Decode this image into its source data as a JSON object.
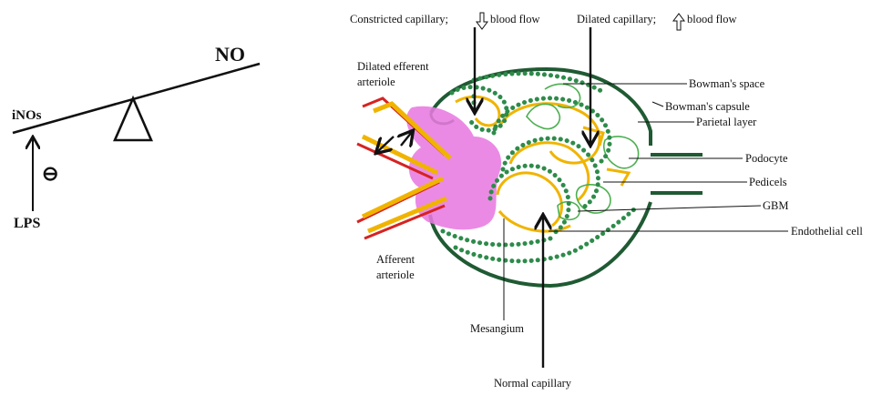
{
  "left_panel": {
    "no_label": "NO",
    "inos_label": "iNOs",
    "lps_label": "LPS",
    "inhibit_symbol": "⊖"
  },
  "labels": {
    "constricted": "Constricted capillary;",
    "constricted_tail": "blood flow",
    "dilated": "Dilated capillary;",
    "dilated_tail": "blood flow",
    "efferent_1": "Dilated efferent",
    "efferent_2": "arteriole",
    "bowmans_space": "Bowman's space",
    "bowmans_capsule": "Bowman's capsule",
    "parietal_layer": "Parietal layer",
    "podocyte": "Podocyte",
    "pedicels": "Pedicels",
    "gbm": "GBM",
    "endothelial": "Endothelial cell",
    "afferent_1": "Afferent",
    "afferent_2": "arteriole",
    "mesangium": "Mesangium",
    "normal_capillary": "Normal capillary"
  },
  "colors": {
    "capsule": "#1f5a33",
    "dots": "#2e8b4a",
    "podocyte_outline": "#4caf50",
    "endothelium": "#f0b400",
    "arteriole_red": "#d62222",
    "mesangium": "#e87ae0",
    "line": "#111111"
  }
}
